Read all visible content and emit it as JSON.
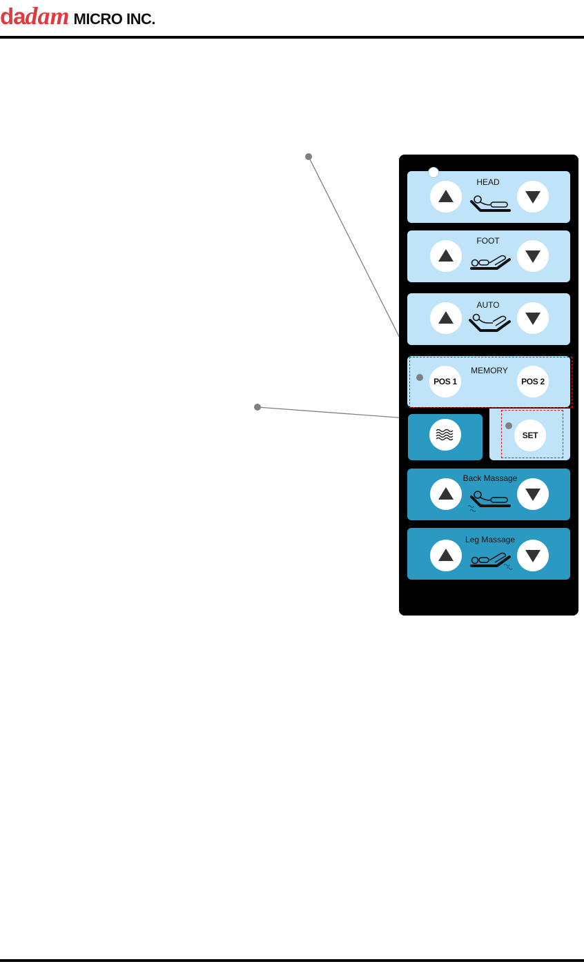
{
  "header": {
    "logo_part1": "da",
    "logo_part2": "dam",
    "logo_rest": "MICRO INC."
  },
  "remote": {
    "head": {
      "label": "HEAD"
    },
    "foot": {
      "label": "FOOT"
    },
    "auto": {
      "label": "AUTO"
    },
    "memory": {
      "label": "MEMORY",
      "pos1": "POS 1",
      "pos2": "POS 2"
    },
    "set": {
      "label": "SET"
    },
    "back_massage": {
      "label": "Back Massage"
    },
    "leg_massage": {
      "label": "Leg Massage"
    }
  },
  "icons": [
    "arrow-up-icon",
    "arrow-down-icon",
    "bed-head-icon",
    "bed-foot-icon",
    "bed-auto-icon",
    "wave-icon",
    "bed-massage-icon"
  ],
  "colors": {
    "logo_red": "#e03a3e",
    "panel_light": "#bfe3f9",
    "panel_dark": "#2a9ac3",
    "highlight": "#e01010",
    "callout": "#808080"
  }
}
